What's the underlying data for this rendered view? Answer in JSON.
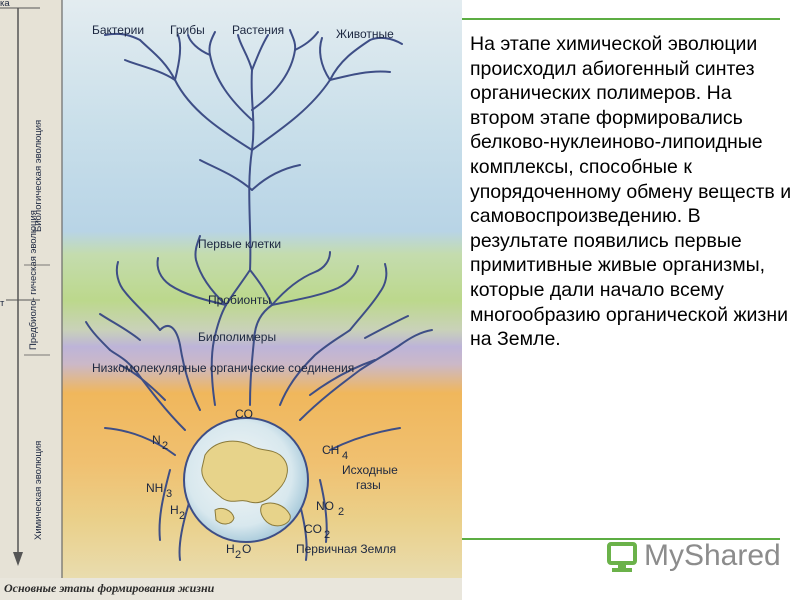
{
  "figure": {
    "top_labels": [
      "Бактерии",
      "Грибы",
      "Растения",
      "Животные"
    ],
    "stage_labels": {
      "first_cells": "Первые клетки",
      "probionts": "Пробионты",
      "biopolymers": "Биополимеры",
      "low_molecular": "Низкомолекулярные органические соединения"
    },
    "gases": {
      "co": "CO",
      "n2": "N",
      "n2_sub": "2",
      "nh3": "NH",
      "nh3_sub": "3",
      "h2": "H",
      "h2_sub": "2",
      "ch4": "CH",
      "ch4_sub": "4",
      "no2": "NO",
      "no2_sub": "2",
      "co2": "CO",
      "co2_sub": "2",
      "h2o": "H",
      "h2o_sub": "2",
      "h2o_tail": "O"
    },
    "initial_gases": [
      "Исходные",
      "газы"
    ],
    "primary_earth": "Первичная Земля",
    "side_labels": {
      "biological": "Биологическая эволюция",
      "prebiological": "Предбиоло- гическая эволюция",
      "chemical": "Химическая эволюция"
    },
    "corner_top": "ка",
    "corner_mid": "т",
    "caption": "Основные этапы формирования жизни"
  },
  "text_panel": {
    "paragraph": "На этапе химической эволюции происходил абиогенный синтез органических полимеров. На втором этапе формировались белково-нуклеиново-липоидные комплексы, способные к упорядоченному обмену веществ и самовоспроизведению. В результате появились первые примитивные живые организмы, которые дали начало всему многообразию органической жизни на Земле."
  },
  "logo": {
    "text": "MyShared"
  },
  "colors": {
    "band_blue": "#bfd9e8",
    "band_green": "#bcd88c",
    "band_purple": "#bdb4d8",
    "band_orange": "#f0b75c",
    "band_sand": "#e8cf7e",
    "tree": "#3e4e86",
    "accent_rule": "#5cad43"
  }
}
